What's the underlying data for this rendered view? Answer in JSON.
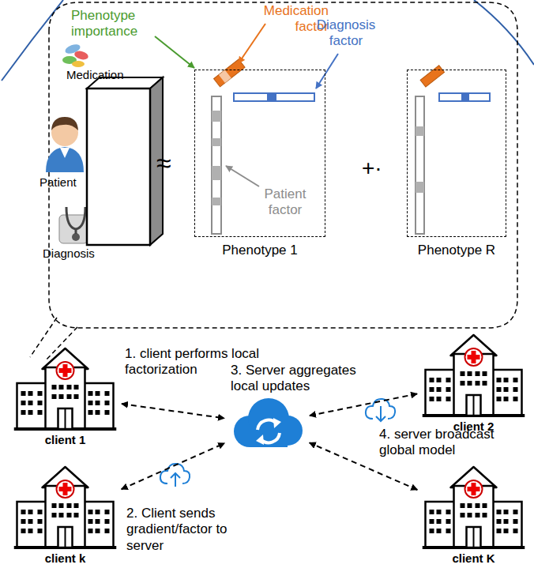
{
  "diagram": {
    "nodes": [
      {
        "text": [
          "Phenotype 1"
        ]
      },
      {
        "text": [
          "Phenotype R"
        ]
      },
      {
        "text": [
          "client 1"
        ]
      },
      {
        "text": [
          "client 2"
        ]
      },
      {
        "text": []
      },
      {
        "text": [
          "client k"
        ]
      },
      {
        "text": [
          "client K"
        ]
      }
    ],
    "edges": [
      {
        "from": 2,
        "to": 4,
        "arrow": "both"
      },
      {
        "from": 3,
        "to": 4,
        "arrow": "both"
      },
      {
        "from": 5,
        "to": 4,
        "arrow": "both"
      },
      {
        "from": 6,
        "to": 4,
        "arrow": "both"
      }
    ],
    "labels": [
      "Medication",
      "Patient",
      "Diagnosis",
      "Phenotype importance",
      "Medication factor",
      "Diagnosis factor",
      "Patient factor",
      "≈",
      "+·",
      "1. client performs local factorization",
      "3. Server aggregates local updates",
      "4. server broadcast global model",
      "2. Client sends gradient/factor to server"
    ]
  }
}
